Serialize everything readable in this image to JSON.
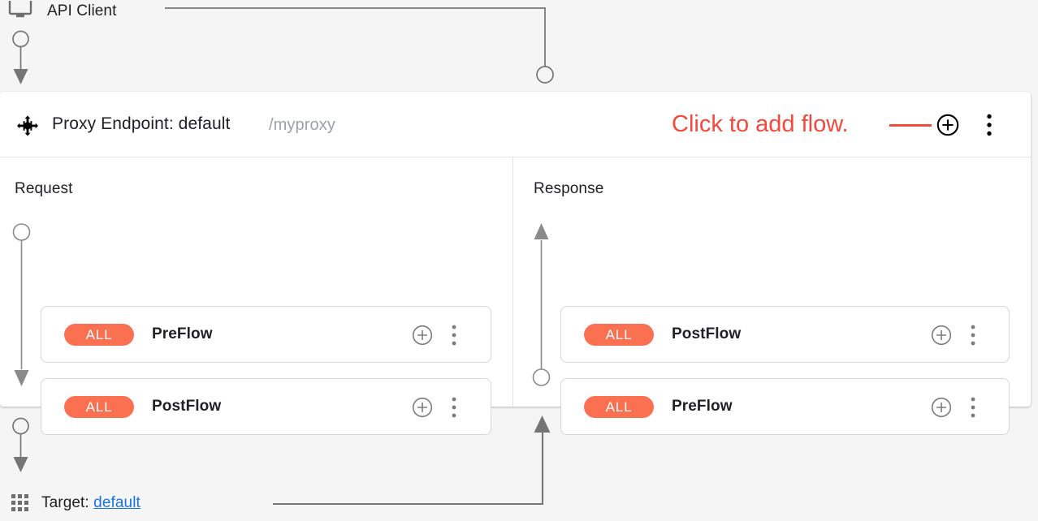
{
  "client": {
    "label": "API Client",
    "icon": "monitor-icon"
  },
  "proxy": {
    "move_icon": "move-handle-icon",
    "title": "Proxy Endpoint: default",
    "path": "/myproxy",
    "add_icon": "plus-circle-icon",
    "menu_icon": "vertical-dots-icon"
  },
  "annotation": {
    "text": "Click to add flow.",
    "color": "#f4493c"
  },
  "columns": {
    "request": {
      "title": "Request",
      "flows": [
        {
          "badge": "ALL",
          "name": "PreFlow",
          "add_icon": "plus-circle-icon",
          "menu_icon": "vertical-dots-icon"
        },
        {
          "badge": "ALL",
          "name": "PostFlow",
          "add_icon": "plus-circle-icon",
          "menu_icon": "vertical-dots-icon"
        }
      ]
    },
    "response": {
      "title": "Response",
      "flows": [
        {
          "badge": "ALL",
          "name": "PostFlow",
          "add_icon": "plus-circle-icon",
          "menu_icon": "vertical-dots-icon"
        },
        {
          "badge": "ALL",
          "name": "PreFlow",
          "add_icon": "plus-circle-icon",
          "menu_icon": "vertical-dots-icon"
        }
      ]
    }
  },
  "target": {
    "icon": "app-grid-icon",
    "label": "Target: ",
    "value": "default"
  },
  "colors": {
    "badge": "#fb7050",
    "annotation": "#f4493c",
    "link": "#1a73e8",
    "wire": "#757575",
    "page_bg": "#f5f5f5",
    "card_bg": "#ffffff"
  }
}
